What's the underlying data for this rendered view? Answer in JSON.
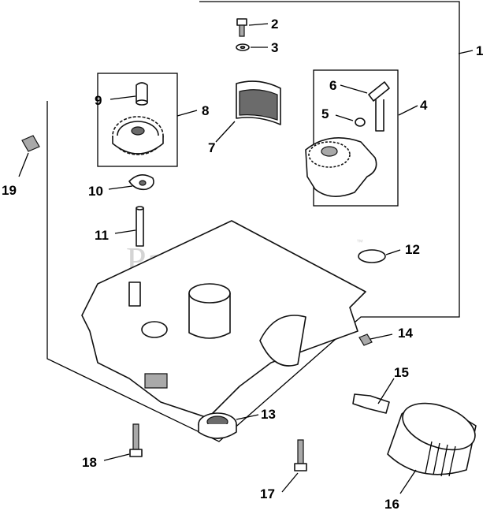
{
  "watermark": {
    "text": "PartsTree",
    "trademark": "™"
  },
  "callouts": [
    "1",
    "2",
    "3",
    "4",
    "5",
    "6",
    "7",
    "8",
    "9",
    "10",
    "11",
    "12",
    "13",
    "14",
    "15",
    "16",
    "17",
    "18",
    "19"
  ]
}
